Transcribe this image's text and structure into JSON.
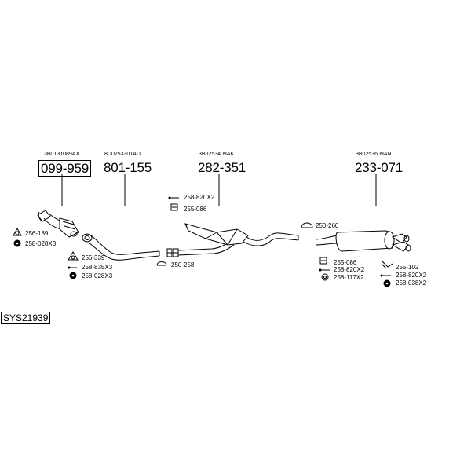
{
  "system_id": "SYS21939",
  "parts": [
    {
      "oem": "3B0131089AX",
      "number": "099-959"
    },
    {
      "oem": "8D0253301AD",
      "number": "801-155"
    },
    {
      "oem": "3B0253409AK",
      "number": "282-351"
    },
    {
      "oem": "3B0253609AN",
      "number": "233-071"
    }
  ],
  "accessories": {
    "p1": [
      "256-189",
      "258-028X3"
    ],
    "p2": [
      "256-339",
      "258-835X3",
      "258-028X3"
    ],
    "clamp_mid": "250-258",
    "p3": [
      "258-820X2",
      "255-086"
    ],
    "clamp_rear": "250-260",
    "p4a": [
      "255-086",
      "258-820X2",
      "258-117X2"
    ],
    "p4b": [
      "255-102",
      "258-820X2",
      "258-038X2"
    ]
  }
}
